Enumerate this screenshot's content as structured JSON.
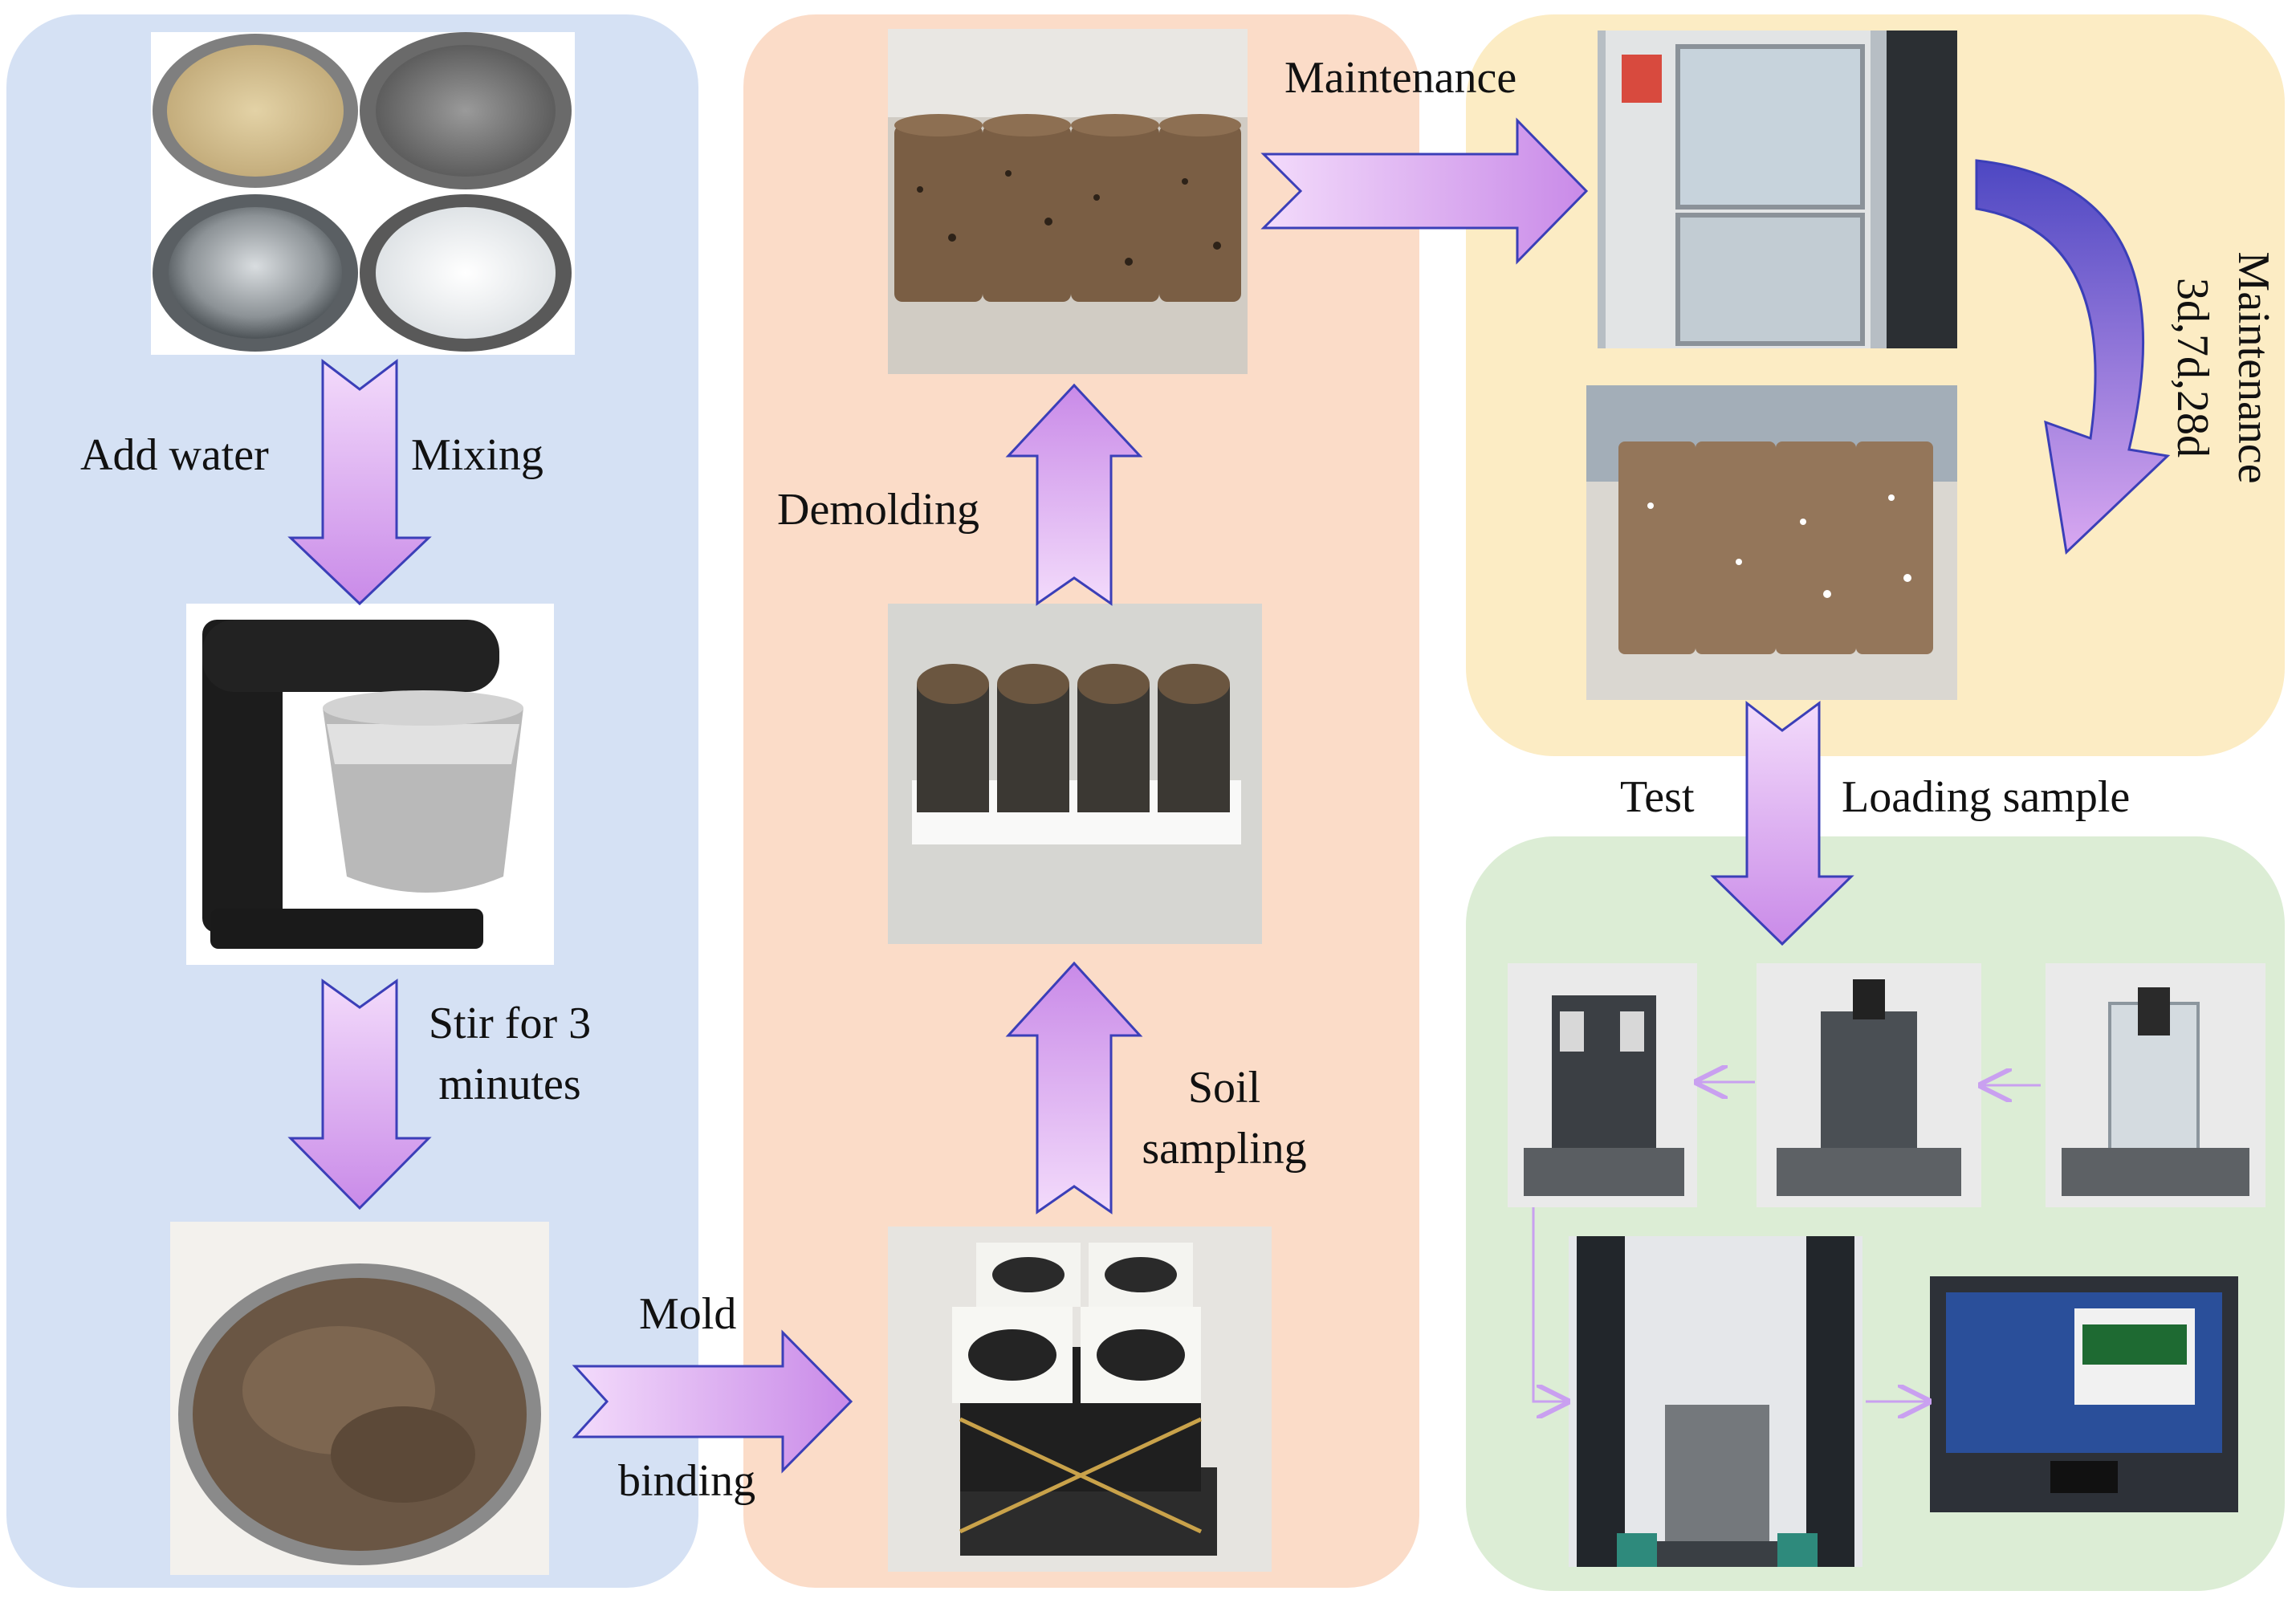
{
  "labels": {
    "add_water": "Add water",
    "mixing": "Mixing",
    "stir_line1": "Stir for 3",
    "stir_line2": "minutes",
    "mold": "Mold",
    "binding": "binding",
    "soil_line1": "Soil",
    "soil_line2": "sampling",
    "demolding": "Demolding",
    "maintenance_top": "Maintenance",
    "maintenance_side": "Maintenance",
    "maintenance_days": "3d,7d,28d",
    "test": "Test",
    "loading_sample": "Loading sample"
  },
  "colors": {
    "panel_blue": "#d5e1f4",
    "panel_orange": "#fbdcc8",
    "panel_yellow": "#fcecc4",
    "panel_green": "#dcedd5",
    "arrow_fill_light": "#f3dbfb",
    "arrow_fill_dark": "#c98ae8",
    "arrow_stroke": "#3b3fb8",
    "curved_arrow": "#5a4ec6",
    "thin_arrow": "#c9a0f0",
    "soil_brown": "#7a5e44"
  },
  "icons": {
    "photo_materials": "four-bowls-of-raw-materials",
    "photo_mixer": "stand-mixer",
    "photo_slurry": "bowl-of-mixed-soil-slurry",
    "photo_molds": "four-cylindrical-molds-bound-with-bands",
    "photo_sampled": "samples-in-molds",
    "photo_demolded": "four-demolded-soil-cylinders",
    "photo_curing_box": "curing-cabinet",
    "photo_cured": "four-cured-soil-cylinders",
    "photo_triaxial_1": "triaxial-cell-with-sensors",
    "photo_triaxial_2": "triaxial-cell-metal",
    "photo_triaxial_3": "triaxial-cell-acrylic",
    "photo_loading_frame": "loading-frame",
    "photo_computer": "data-acquisition-computer"
  }
}
